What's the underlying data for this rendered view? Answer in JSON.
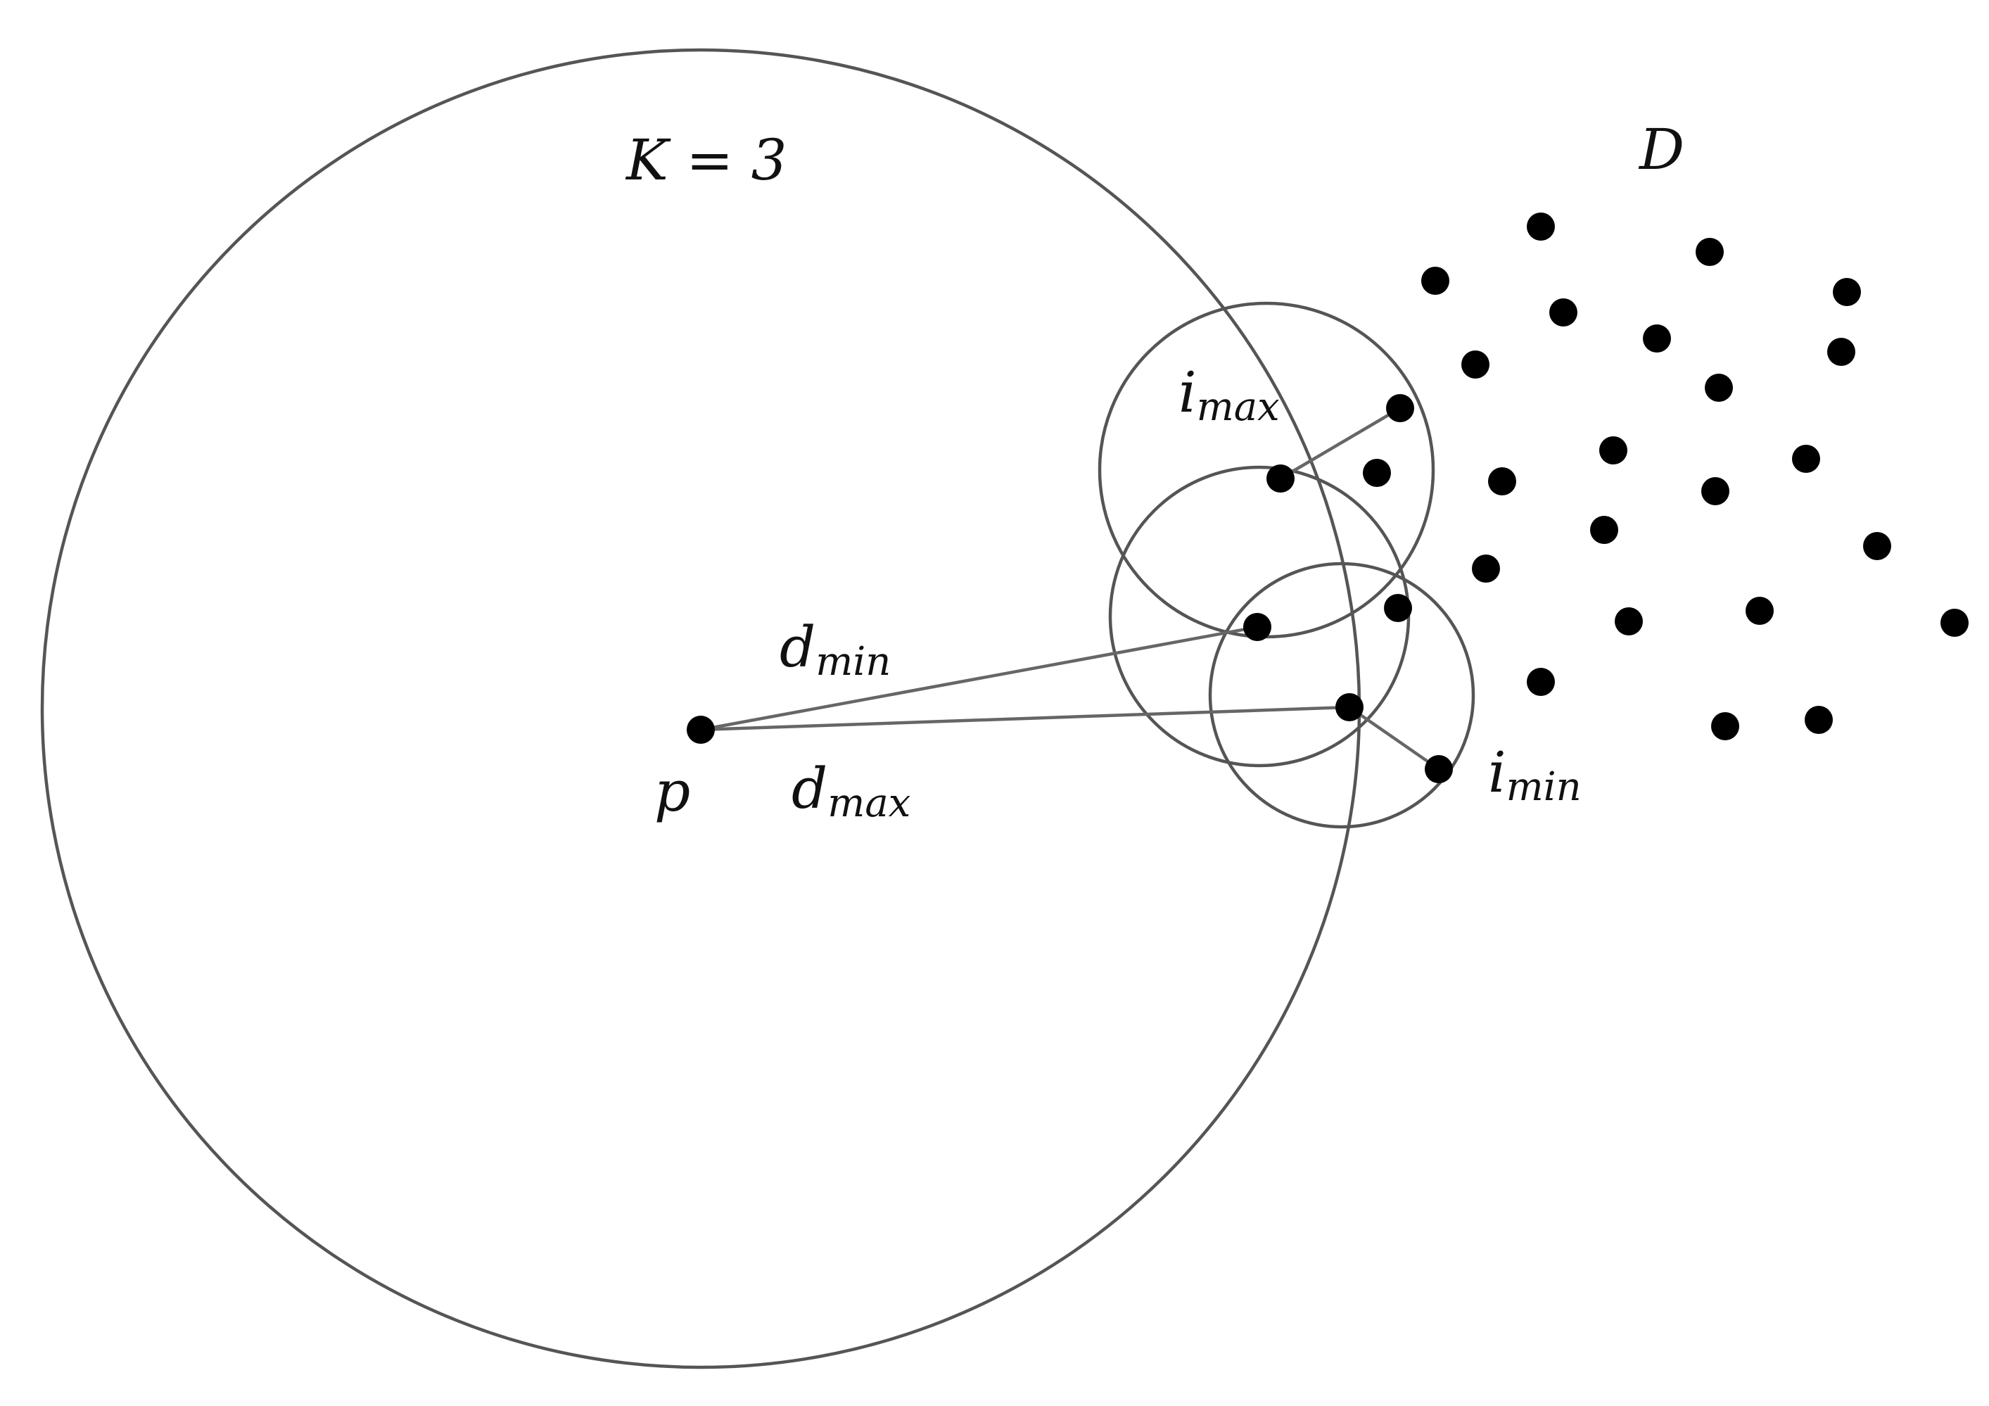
{
  "labels": {
    "k_label": "K = 3",
    "dataset": "D",
    "point_p": "p",
    "d_min": {
      "base": "d",
      "sub": "min"
    },
    "d_max": {
      "base": "d",
      "sub": "max"
    },
    "i_max": {
      "base": "i",
      "sub": "max"
    },
    "i_min": {
      "base": "i",
      "sub": "min"
    }
  },
  "colors": {
    "stroke": "#555555",
    "point": "#000000"
  }
}
